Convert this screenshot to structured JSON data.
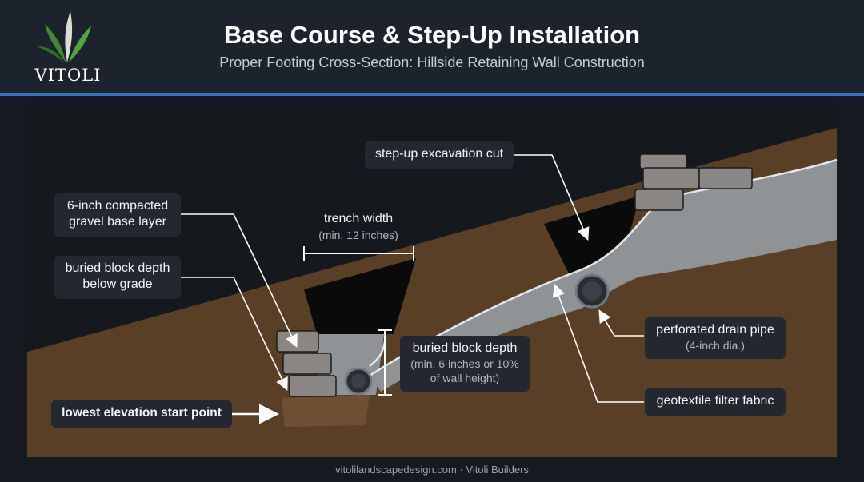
{
  "brand": {
    "name": "VITOLI"
  },
  "header": {
    "title": "Base Course & Step-Up Installation",
    "subtitle": "Proper Footing Cross-Section: Hillside Retaining Wall Construction"
  },
  "colors": {
    "header_bg": "#1d232c",
    "accent_rule": "#2f74c9",
    "soil": "#5a3f27",
    "gravel": "#8f9396",
    "excavation": "#0a0a0a",
    "block": "#8a8683",
    "callout_bg": "#232830"
  },
  "callouts": {
    "gravel_base": {
      "line1": "6-inch compacted",
      "line2": "gravel base layer"
    },
    "buried_depth_left": {
      "line1": "buried block depth",
      "line2": "below grade"
    },
    "lowest_start": {
      "text": "lowest elevation start point"
    },
    "trench_width": {
      "title": "trench width",
      "sub": "(min. 12 inches)"
    },
    "step_up": {
      "text": "step-up excavation cut"
    },
    "buried_depth_right": {
      "title": "buried block depth",
      "sub1": "(min. 6 inches or 10%",
      "sub2": "of wall height)"
    },
    "drain_pipe": {
      "title": "perforated drain pipe",
      "sub": "(4-inch dia.)"
    },
    "geotextile": {
      "text": "geotextile filter fabric"
    }
  },
  "footer": {
    "text": "vitolilandscapedesign.com · Vitoli Builders"
  }
}
